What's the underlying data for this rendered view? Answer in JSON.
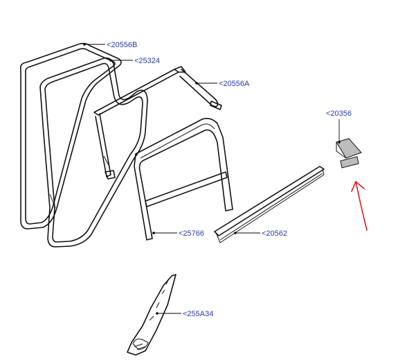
{
  "colors": {
    "callout_text": "#2b3aa8",
    "line_art": "#111111",
    "annotation_arrow": "#e0161b"
  },
  "callouts": [
    {
      "id": "20556B",
      "label": "<20556B"
    },
    {
      "id": "25324",
      "label": "<25324"
    },
    {
      "id": "20556A",
      "label": "<20556A"
    },
    {
      "id": "20356",
      "label": "<20356"
    },
    {
      "id": "25766",
      "label": "<25766"
    },
    {
      "id": "20562",
      "label": "<20562"
    },
    {
      "id": "255A34",
      "label": "<255A34"
    }
  ],
  "annotation": {
    "icon": "hand-drawn-red-arrow-icon"
  }
}
